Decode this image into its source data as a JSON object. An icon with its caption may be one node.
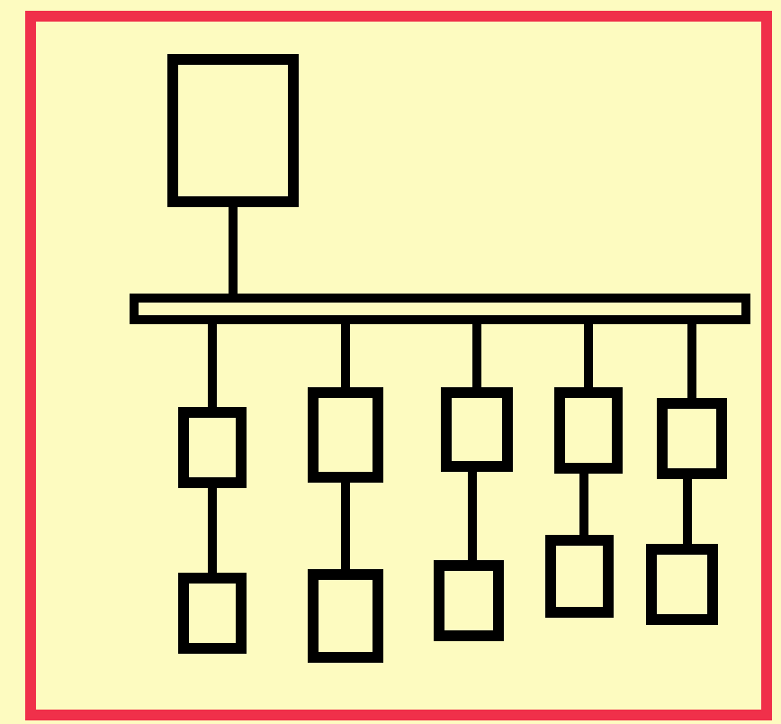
{
  "diagram": {
    "nodes": [
      {
        "text": [],
        "shape": "box"
      },
      {
        "text": [],
        "shape": "bar"
      },
      {
        "text": [],
        "shape": "box"
      },
      {
        "text": [],
        "shape": "box"
      },
      {
        "text": [],
        "shape": "box"
      },
      {
        "text": [],
        "shape": "box"
      },
      {
        "text": [],
        "shape": "box"
      },
      {
        "text": [],
        "shape": "box"
      },
      {
        "text": [],
        "shape": "box"
      },
      {
        "text": [],
        "shape": "box"
      },
      {
        "text": [],
        "shape": "box"
      },
      {
        "text": [],
        "shape": "box"
      }
    ],
    "edges": [
      {
        "from": 0,
        "to": 1,
        "arrow": "none"
      },
      {
        "from": 1,
        "to": 2,
        "arrow": "none"
      },
      {
        "from": 1,
        "to": 3,
        "arrow": "none"
      },
      {
        "from": 1,
        "to": 4,
        "arrow": "none"
      },
      {
        "from": 1,
        "to": 5,
        "arrow": "none"
      },
      {
        "from": 1,
        "to": 6,
        "arrow": "none"
      },
      {
        "from": 2,
        "to": 7,
        "arrow": "none"
      },
      {
        "from": 3,
        "to": 8,
        "arrow": "none"
      },
      {
        "from": 4,
        "to": 9,
        "arrow": "none"
      },
      {
        "from": 5,
        "to": 10,
        "arrow": "none"
      },
      {
        "from": 6,
        "to": 11,
        "arrow": "none"
      }
    ]
  }
}
